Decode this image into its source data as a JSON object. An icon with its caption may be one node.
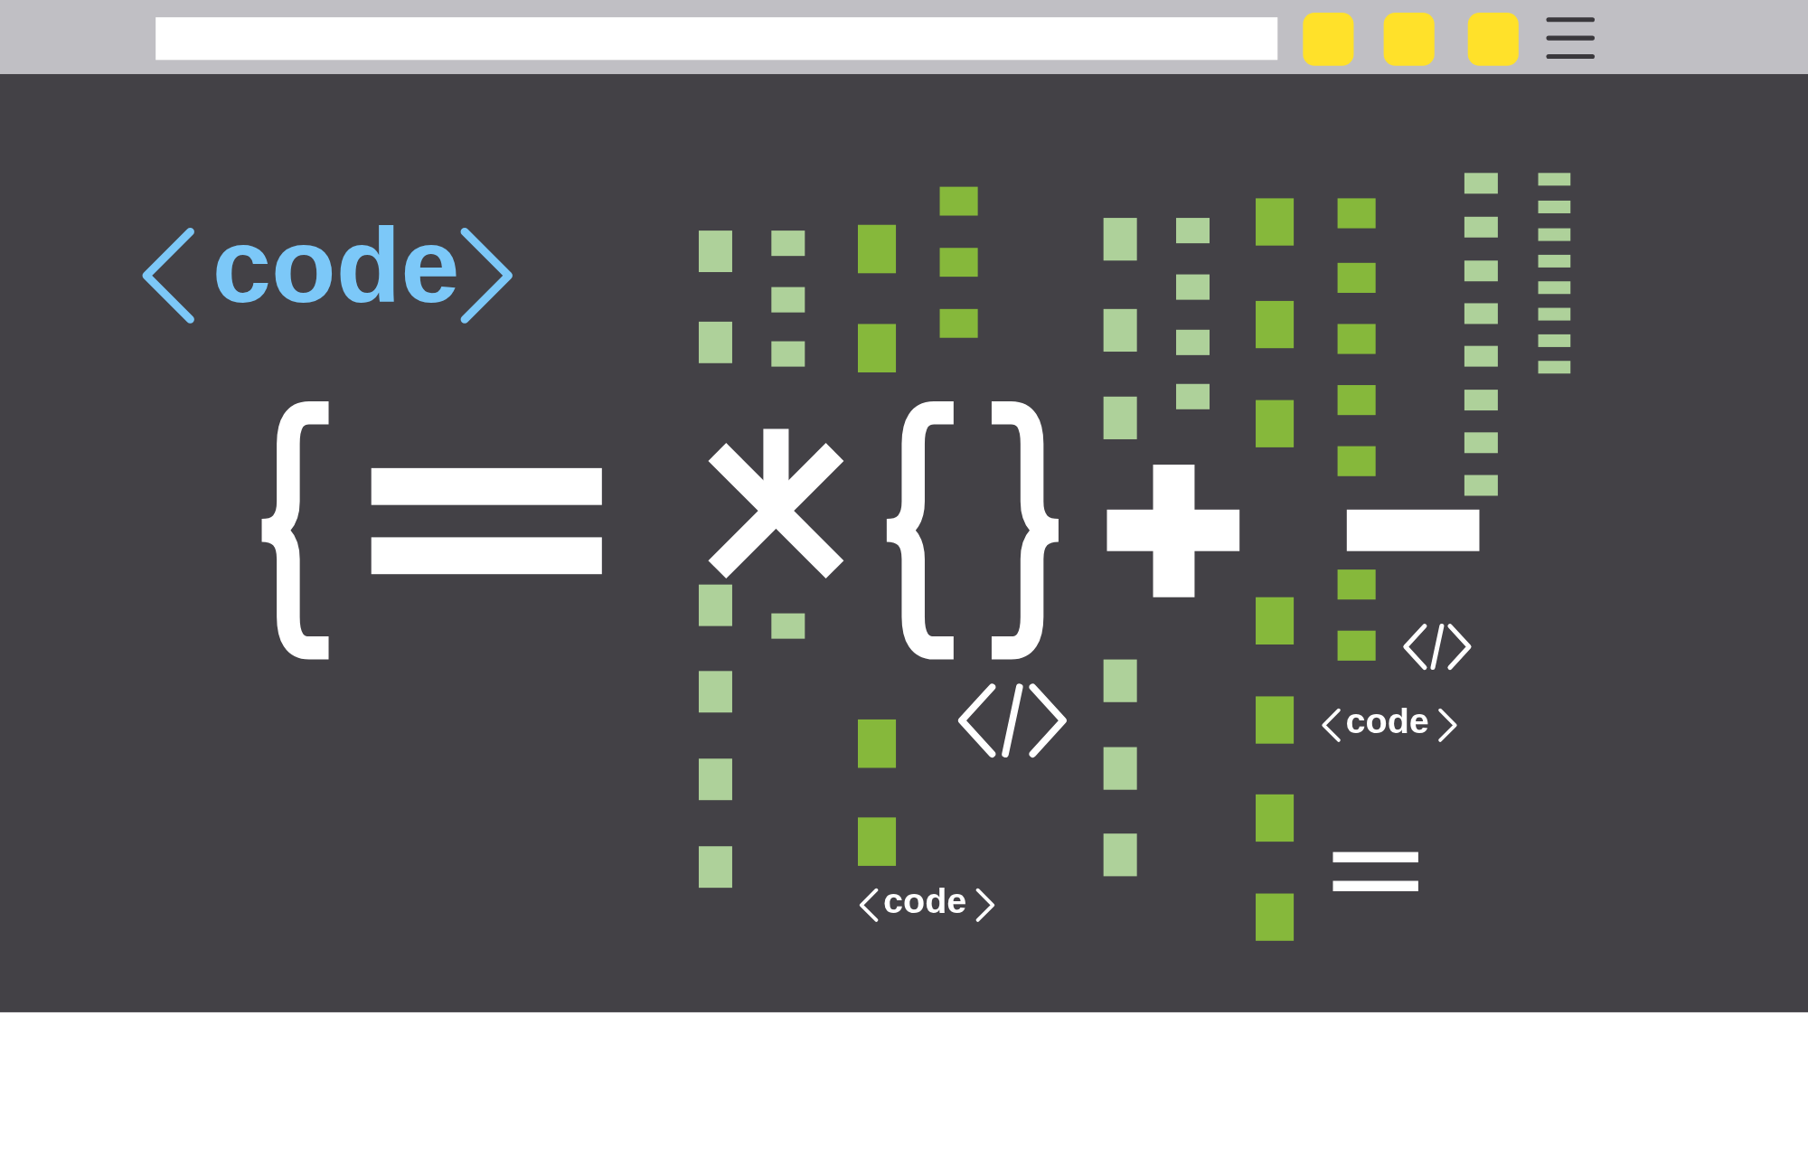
{
  "diagram": {
    "labels": [
      "code",
      "code",
      "code"
    ]
  }
}
